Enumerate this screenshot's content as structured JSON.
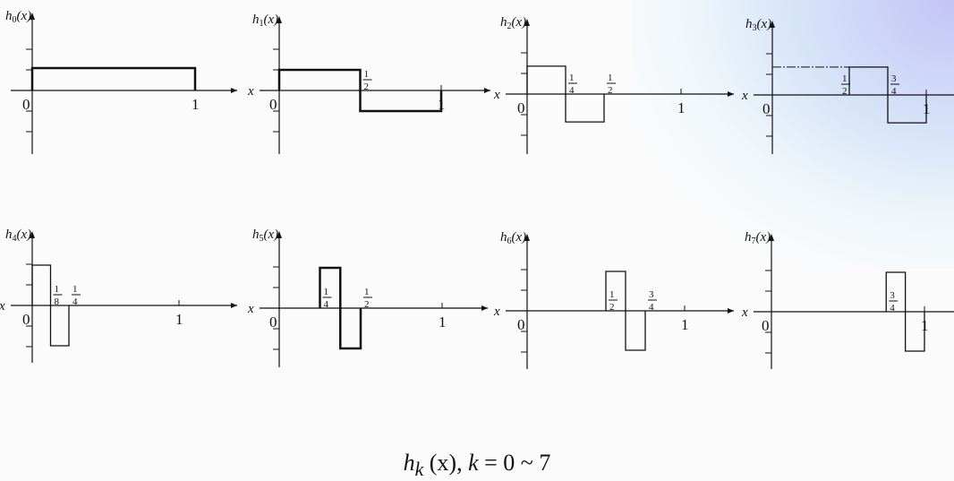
{
  "panels": [
    {
      "fn": "h",
      "k": "0",
      "arg": "(x)",
      "x_label": "",
      "segments": [
        [
          0,
          1,
          1
        ]
      ],
      "ticks": [
        {
          "t": "0",
          "at": 0
        },
        {
          "t": "1",
          "at": 1
        }
      ],
      "fractions": [],
      "dashed_level": false
    },
    {
      "fn": "h",
      "k": "1",
      "arg": "(x)",
      "x_label": "x",
      "segments": [
        [
          0,
          0.5,
          1
        ],
        [
          0.5,
          1,
          -1
        ]
      ],
      "ticks": [
        {
          "t": "0",
          "at": 0
        },
        {
          "t": "1",
          "at": 1
        }
      ],
      "fractions": [
        {
          "num": "1",
          "den": "2",
          "at": 0.5
        }
      ],
      "dashed_level": false
    },
    {
      "fn": "h",
      "k": "2",
      "arg": "(x)",
      "x_label": "x",
      "segments": [
        [
          0,
          0.25,
          1.414
        ],
        [
          0.25,
          0.5,
          -1.414
        ]
      ],
      "ticks": [
        {
          "t": "0",
          "at": 0
        },
        {
          "t": "1",
          "at": 1
        }
      ],
      "fractions": [
        {
          "num": "1",
          "den": "4",
          "at": 0.25
        },
        {
          "num": "1",
          "den": "2",
          "at": 0.5
        }
      ],
      "dashed_level": false
    },
    {
      "fn": "h",
      "k": "3",
      "arg": "(x)",
      "x_label": "x",
      "segments": [
        [
          0.5,
          0.75,
          1.414
        ],
        [
          0.75,
          1,
          -1.414
        ]
      ],
      "ticks": [
        {
          "t": "0",
          "at": 0
        },
        {
          "t": "1",
          "at": 1
        }
      ],
      "fractions": [
        {
          "num": "1",
          "den": "2",
          "at": 0.5
        },
        {
          "num": "3",
          "den": "4",
          "at": 0.75
        }
      ],
      "dashed_level": true
    },
    {
      "fn": "h",
      "k": "4",
      "arg": "(x)",
      "x_label": "x",
      "segments": [
        [
          0,
          0.125,
          2
        ],
        [
          0.125,
          0.25,
          -2
        ]
      ],
      "ticks": [
        {
          "t": "0",
          "at": 0
        },
        {
          "t": "1",
          "at": 1
        }
      ],
      "fractions": [
        {
          "num": "1",
          "den": "8",
          "at": 0.125
        },
        {
          "num": "1",
          "den": "4",
          "at": 0.25
        }
      ],
      "dashed_level": false
    },
    {
      "fn": "h",
      "k": "5",
      "arg": "(x)",
      "x_label": "x",
      "segments": [
        [
          0.25,
          0.375,
          2
        ],
        [
          0.375,
          0.5,
          -2
        ]
      ],
      "ticks": [
        {
          "t": "0",
          "at": 0
        },
        {
          "t": "1",
          "at": 1
        }
      ],
      "fractions": [
        {
          "num": "1",
          "den": "4",
          "at": 0.25
        },
        {
          "num": "1",
          "den": "2",
          "at": 0.5
        }
      ],
      "dashed_level": false
    },
    {
      "fn": "h",
      "k": "6",
      "arg": "(x)",
      "x_label": "x",
      "segments": [
        [
          0.5,
          0.625,
          2
        ],
        [
          0.625,
          0.75,
          -2
        ]
      ],
      "ticks": [
        {
          "t": "0",
          "at": 0
        },
        {
          "t": "1",
          "at": 1
        }
      ],
      "fractions": [
        {
          "num": "1",
          "den": "2",
          "at": 0.5
        },
        {
          "num": "3",
          "den": "4",
          "at": 0.75
        }
      ],
      "dashed_level": false
    },
    {
      "fn": "h",
      "k": "7",
      "arg": "(x)",
      "x_label": "x",
      "segments": [
        [
          0.75,
          0.875,
          2
        ],
        [
          0.875,
          1,
          -2
        ]
      ],
      "ticks": [
        {
          "t": "0",
          "at": 0
        },
        {
          "t": "1",
          "at": 1
        }
      ],
      "fractions": [
        {
          "num": "3",
          "den": "4",
          "at": 0.75
        }
      ],
      "dashed_level": false
    }
  ],
  "caption": {
    "fn": "h",
    "sub": "k",
    "arg": " (x), ",
    "var": "k",
    "eq": " = 0 ~ 7"
  }
}
